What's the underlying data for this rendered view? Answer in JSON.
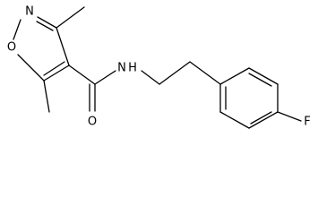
{
  "molecule": {
    "atoms": {
      "n_ring": "N",
      "o_ring": "O",
      "o_carbonyl": "O",
      "n_amide": "N",
      "h_amide": "H",
      "f": "F"
    }
  },
  "colors": {
    "bond": "#000000",
    "text": "#000000",
    "background": "#ffffff"
  }
}
